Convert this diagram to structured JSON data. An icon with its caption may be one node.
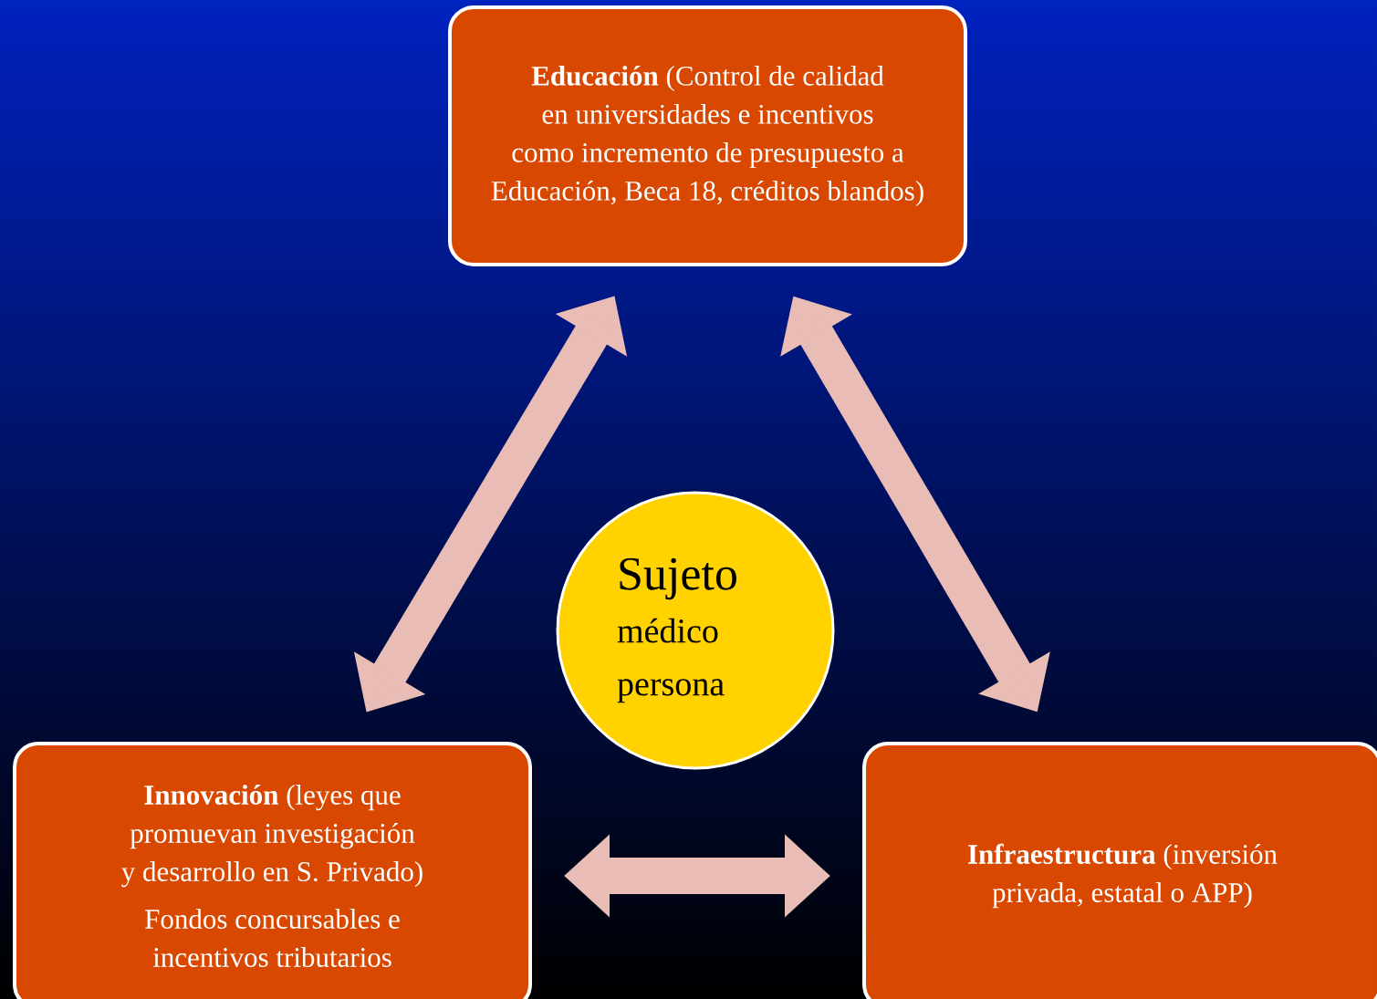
{
  "diagram": {
    "nodes": [
      {
        "text": [
          "**Educación** (Control de calidad en universidades e incentivos como incremento de presupuesto a Educación, Beca 18, créditos blandos)"
        ]
      },
      {
        "text": [
          "Sujeto",
          "médico persona"
        ]
      },
      {
        "text": [
          "**Innovación** (leyes que promuevan investigación y desarrollo en S. Privado)",
          "Fondos concursables e incentivos tributarios"
        ]
      },
      {
        "text": [
          "**Infraestructura** (inversión privada, estatal o APP)"
        ]
      }
    ],
    "edges": [
      {
        "from": 2,
        "to": 0,
        "arrow": "both"
      },
      {
        "from": 0,
        "to": 3,
        "arrow": "both"
      },
      {
        "from": 2,
        "to": 3,
        "arrow": "both"
      }
    ]
  }
}
